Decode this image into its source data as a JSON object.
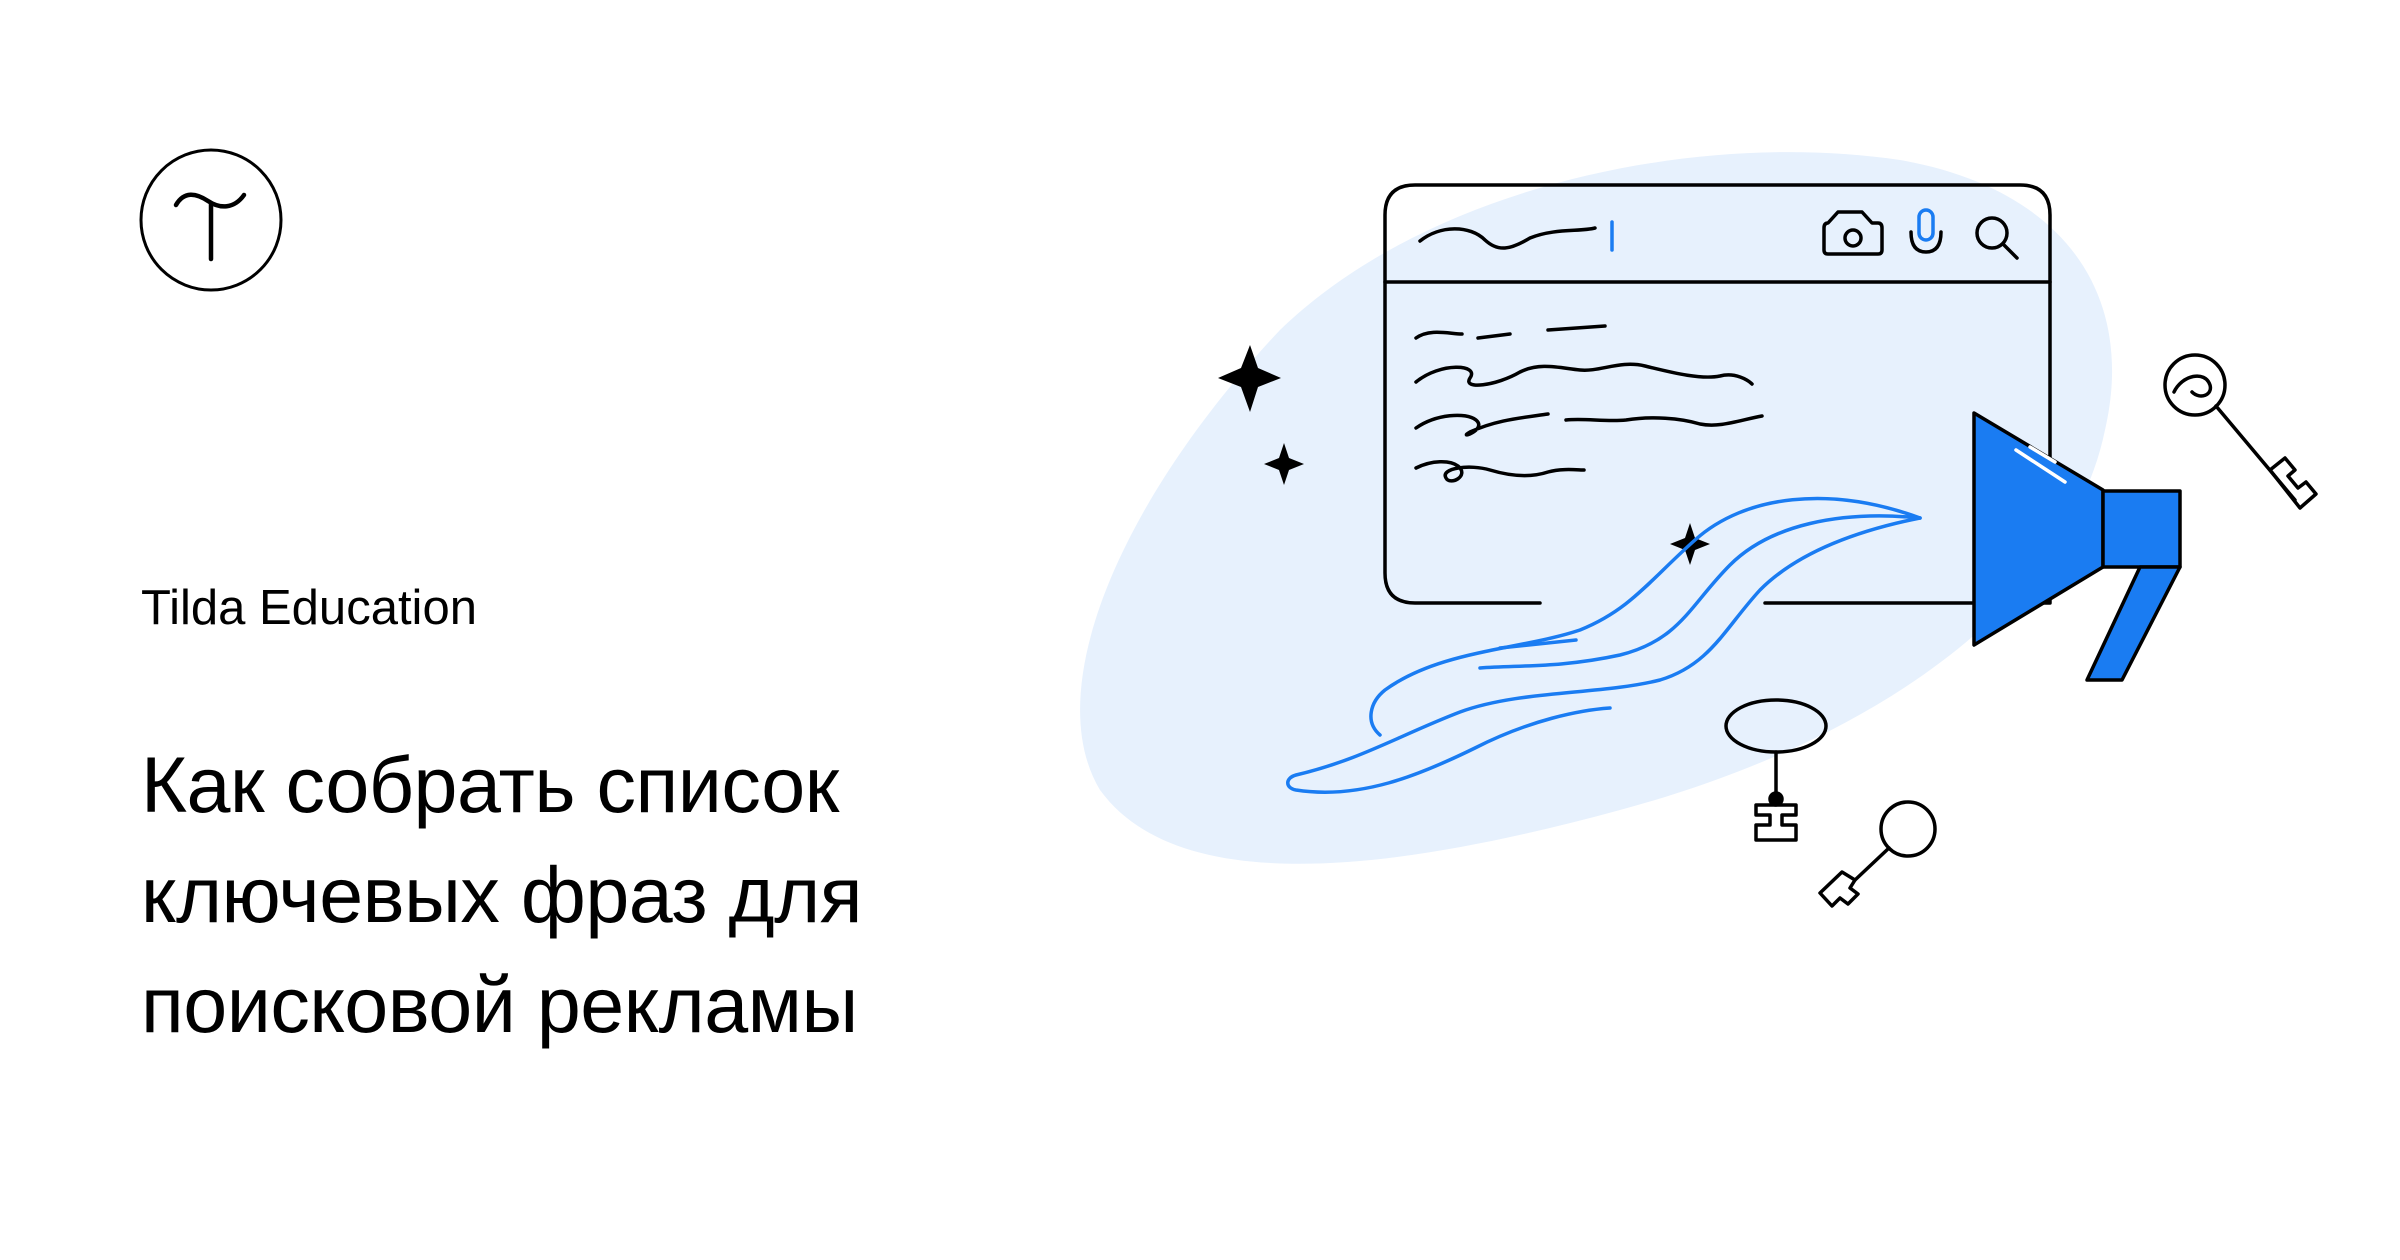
{
  "brand": {
    "name": "Tilda Education",
    "logo_glyph": "T"
  },
  "headline": {
    "lines": [
      "Как собрать список",
      "ключевых фраз для",
      "поисковой рекламы"
    ]
  },
  "colors": {
    "text": "#000000",
    "accent_blue": "#1a7cf2",
    "blob": "#e7f1fd",
    "background": "#ffffff"
  },
  "icons": {
    "logo": "tilda-logo-icon",
    "camera": "camera-icon",
    "microphone": "microphone-icon",
    "search": "search-icon",
    "megaphone": "megaphone-icon",
    "key": "key-icon"
  }
}
